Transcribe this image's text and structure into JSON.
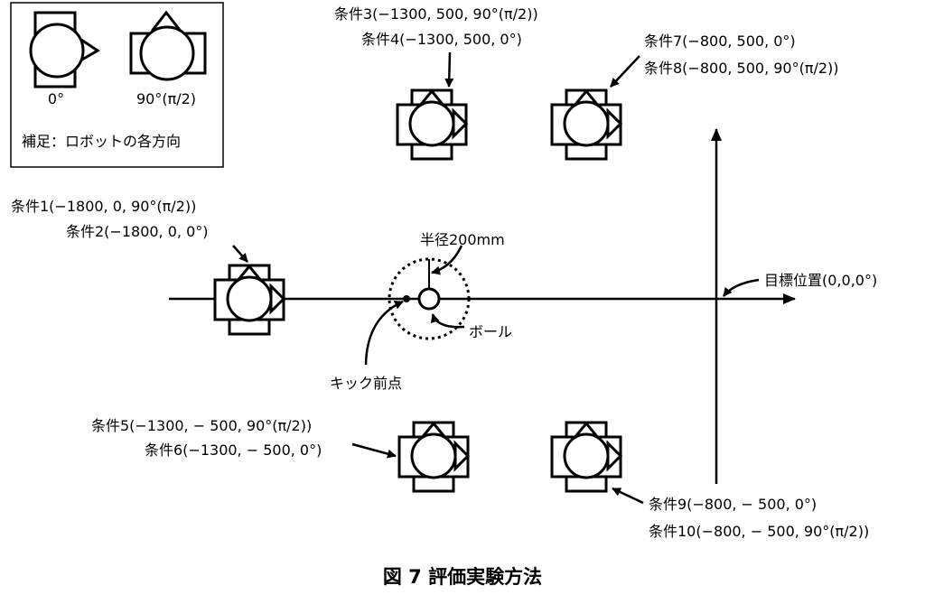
{
  "legend": {
    "label_0": "0°",
    "label_90": "90°(π/2)",
    "note": "補足：ロボットの各方向"
  },
  "labels": {
    "c1": "条件1(−1800, 0, 90°(π/2))",
    "c2": "条件2(−1800, 0, 0°)",
    "c3": "条件3(−1300, 500, 90°(π/2))",
    "c4": "条件4(−1300, 500, 0°)",
    "c5": "条件5(−1300, − 500, 90°(π/2))",
    "c6": "条件6(−1300, − 500, 0°)",
    "c7": "条件7(−800, 500, 0°)",
    "c8": "条件8(−800, 500, 90°(π/2))",
    "c9": "条件9(−800, − 500, 0°)",
    "c10": "条件10(−800, − 500, 90°(π/2))",
    "radius": "半径200mm",
    "ball": "ボール",
    "kick_point": "キック前点",
    "target": "目標位置(0,0,0°)"
  },
  "caption": "図 7 評価実験方法"
}
